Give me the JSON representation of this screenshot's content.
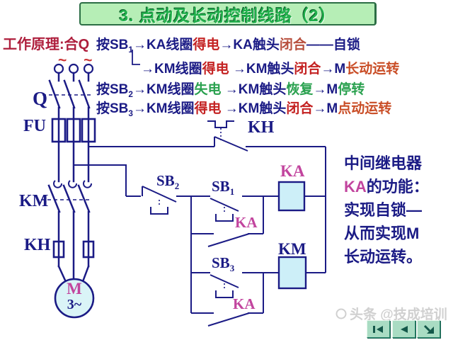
{
  "title": {
    "text": "3. 点动及长动控制线路（2）"
  },
  "principle": {
    "heading": "工作原理:合Q",
    "line1": {
      "s0": "按SB",
      "sub": "1",
      "s1": "→KA线圈",
      "s2": "得电",
      "s3": "→KA触头",
      "s4": "闭合",
      "s5": "——自锁"
    },
    "line2": {
      "s0": "→KM线圈",
      "s1": "得电",
      "s2": " →KM触头",
      "s3": "闭合",
      "s4": "→M",
      "s5": "长动运转"
    },
    "line3": {
      "s0": "按SB",
      "sub": "2",
      "s1": "→KM线圈",
      "s2": "失电",
      "s3": " →KM触头",
      "s4": "恢复",
      "s5": "→M",
      "s6": "停转"
    },
    "line4": {
      "s0": "按SB",
      "sub": "3",
      "s1": "→KM线圈",
      "s2": "得电",
      "s3": " →KM触头",
      "s4": "闭合",
      "s5": "→M",
      "s6": "点动运转"
    }
  },
  "annotation": {
    "line1": "中间继电器",
    "line2_ka": "KA",
    "line2_rest": "的功能：",
    "line3": "实现自锁—",
    "line4": "从而实现M",
    "line5": "长动运转。"
  },
  "circuit": {
    "ac_symbol": "~ ~",
    "labels": {
      "q": "Q",
      "fu": "FU",
      "km_main": "KM",
      "kh_relay": "KH",
      "kh_contact": "KH",
      "sb1": "SB",
      "sb1_sub": "1",
      "sb2": "SB",
      "sb2_sub": "2",
      "sb3": "SB",
      "sb3_sub": "3",
      "ka_contact_upper": "KA",
      "ka_contact_lower": "KA",
      "ka_coil": "KA",
      "km_coil": "KM",
      "motor": "M",
      "motor_phase": "3~"
    }
  },
  "watermark": {
    "text": "头条 @技成培训"
  },
  "nav": {
    "first": "go-first-icon",
    "prev": "go-previous-icon",
    "next": "go-next-icon"
  },
  "colors": {
    "navy": "#1b1b85",
    "red": "#c42222",
    "red2": "#b8503e",
    "green": "#2aa14f",
    "orange": "#c94d26",
    "magenta": "#c2459e",
    "crimson": "#ae1e3c",
    "title_green": "#22b14c",
    "title_bg": "#b6eeb6",
    "title_border": "#2c6e45",
    "coil_fill": "#cdeff8",
    "motor_fill": "#daf4f7",
    "tilde_red": "#cc3333",
    "wm": "#d0d0d0",
    "btn_bg": "#a9dcc3",
    "btn_border": "#2f8a70",
    "btn_glyph": "#14584a"
  }
}
